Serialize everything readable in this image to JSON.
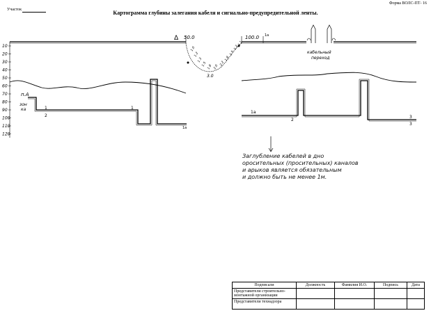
{
  "header": {
    "form_label": "Форма  ВОЛС-ПТ- 16",
    "section_label": "Участок",
    "title": "Картограмма глубины залегания кабеля и  сигнально-предупредительной ленты."
  },
  "diagram": {
    "depth_scale": [
      "10",
      "20",
      "30",
      "40",
      "50",
      "60",
      "70",
      "80",
      "90",
      "100",
      "110",
      "120"
    ],
    "labels": {
      "delta_symbol": "Δ",
      "distance_left": "50.0",
      "distance_right": "100.0",
      "marker_1a_top": "1а",
      "marker_pa": "п.А",
      "marker_zon_1": "зон",
      "marker_zon_2": "ка",
      "label_1": "1",
      "label_2": "2",
      "label_1_right": "1",
      "label_1a_bottom": "1а",
      "label_1a_right_seg": "1а",
      "label_2_right_seg": "2",
      "label_3_upper": "3",
      "label_3_lower": "3",
      "loop_value": "3.0",
      "crossing_1": "кабельный",
      "crossing_2": "переход"
    },
    "loop_numbers": [
      "1.0",
      "1.2",
      "1.3",
      "1.5",
      "1.8",
      "2.0",
      "2.2",
      "1.8",
      "1.5",
      "1.2",
      "1.1"
    ]
  },
  "note": {
    "lines": [
      "Заглубление кабелей в дно",
      "оросительных (просительных) каналов",
      "и арыков является обязательным",
      "и должно быть не менее 1м."
    ]
  },
  "signatures": {
    "headers": [
      "Подписали",
      "Должность",
      "Фамилия  И.О.",
      "Подпись",
      "Дата"
    ],
    "rows": [
      [
        "Представители строительно-\nмонтажной организации",
        "",
        "",
        "",
        ""
      ],
      [
        "Представители технадзора",
        "",
        "",
        "",
        ""
      ]
    ]
  }
}
